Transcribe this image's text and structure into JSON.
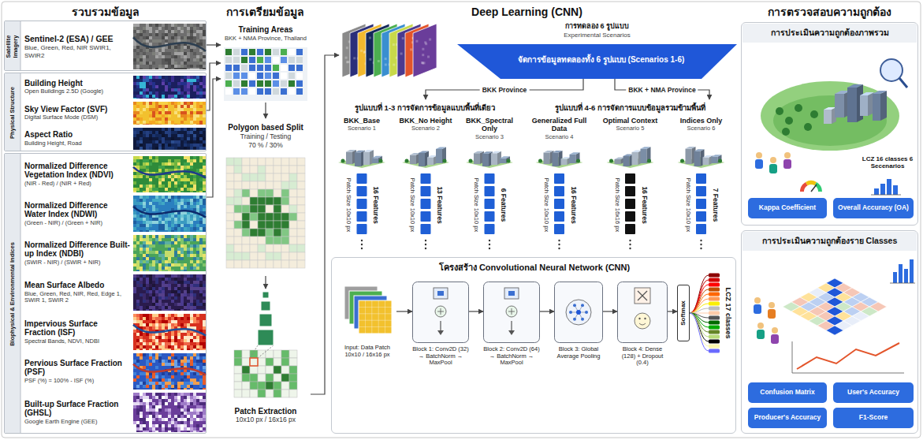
{
  "diagram": {
    "nodes": [
      {
        "text": [
          "รวบรวมข้อมูล"
        ]
      },
      {
        "text": [
          "Satellite Imagery"
        ],
        "in": 0
      },
      {
        "text": [
          "Sentinel-2 (ESA) / GEE",
          "Blue, Green, Red, NIR SWIR1, SWIR2"
        ],
        "in": 1
      },
      {
        "text": [
          "Physical Structure"
        ],
        "in": 0
      },
      {
        "text": [
          "Building Height",
          "Open Buildings 2.5D (Google)"
        ],
        "in": 3
      },
      {
        "text": [
          "Sky View Factor (SVF)",
          "Digital Surface Mode (DSM)"
        ],
        "in": 3
      },
      {
        "text": [
          "Aspect Ratio",
          "Building Height, Road"
        ],
        "in": 3
      },
      {
        "text": [
          "Biophysical & Environmental Indices"
        ],
        "in": 0
      },
      {
        "text": [
          "Normalized Difference Vegetation Index (NDVI)",
          "(NIR - Red) / (NIR + Red)"
        ],
        "in": 7
      },
      {
        "text": [
          "Normalized Difference Water Index (NDWI)",
          "(Green - NIR) / (Green + NIR)"
        ],
        "in": 7
      },
      {
        "text": [
          "Normalized Difference Built-up Index (NDBI)",
          "(SWIR - NIR) / (SWIR + NIR)"
        ],
        "in": 7
      },
      {
        "text": [
          "Mean Surface Albedo",
          "Blue, Green, Red, NIR, Red, Edge 1, SWIR 1, SWIR 2"
        ],
        "in": 7
      },
      {
        "text": [
          "Impervious Surface Fraction (ISF)",
          "Spectral Bands, NDVI, NDBI"
        ],
        "in": 7
      },
      {
        "text": [
          "Pervious Surface Fraction (PSF)",
          "PSF (%) = 100% - ISF (%)"
        ],
        "in": 7
      },
      {
        "text": [
          "Built-up Surface Fraction (GHSL)",
          "Google Earth Engine (GEE)"
        ],
        "in": 7
      },
      {
        "text": [
          "การเตรียมข้อมูล"
        ]
      },
      {
        "text": [
          "Training Areas",
          "BKK + NMA Province, Thailand"
        ],
        "in": 15
      },
      {
        "text": [
          "Polygon based Split",
          "Training / Testing",
          "70 % / 30%"
        ],
        "in": 15
      },
      {
        "text": [
          "Patch Extraction",
          "10x10 px / 16x16 px"
        ],
        "in": 15
      },
      {
        "text": [
          "Deep Learning (CNN)"
        ]
      },
      {
        "text": [
          "การทดลอง 6 รูปแบบ",
          "Experimental Scenarios",
          "จัดการข้อมูลทดลองทั้ง 6 รูปแบบ (Scenarios 1-6)"
        ],
        "in": 19
      },
      {
        "text": [
          "รูปแบบที่ 1-3 การจัดการข้อมูลแบบพื้นที่เดียว"
        ],
        "in": 19
      },
      {
        "text": [
          "BKK_Base",
          "Scenario 1",
          "Patch Size 10x10 px",
          "16 Features"
        ],
        "in": 21
      },
      {
        "text": [
          "BKK_No Height",
          "Scenario 2",
          "Patch Size 10x10 px",
          "13 Features"
        ],
        "in": 21
      },
      {
        "text": [
          "BKK_Spectral Only",
          "Scenario 3",
          "Patch Size 10x10 px",
          "6 Features"
        ],
        "in": 21
      },
      {
        "text": [
          "รูปแบบที่ 4-6 การจัดการแบบข้อมูลรวมข้ามพื้นที่"
        ],
        "in": 19
      },
      {
        "text": [
          "Generalized Full Data",
          "Scenario 4",
          "Patch Size 10x10 px",
          "16 Features"
        ],
        "in": 25
      },
      {
        "text": [
          "Optimal Context",
          "Scenario 5",
          "Patch Size 16x16 px",
          "16 Features"
        ],
        "in": 25
      },
      {
        "text": [
          "Indices Only",
          "Scenario 6",
          "Patch Size 10x10 px",
          "7 Features"
        ],
        "in": 25
      },
      {
        "text": [
          "โครงสร้าง Convolutional Neural Network (CNN)",
          "LCZ 17 classes"
        ],
        "in": 19
      },
      {
        "text": [
          "Input: Data Patch 10x10 / 16x16 px"
        ],
        "in": 29
      },
      {
        "text": [
          "Block 1: Conv2D (32) → BatchNorm → MaxPool"
        ],
        "in": 29
      },
      {
        "text": [
          "Block 2: Conv2D (64) → BatchNorm → MaxPool"
        ],
        "in": 29
      },
      {
        "text": [
          "Block 3: Global Average Pooling"
        ],
        "in": 29
      },
      {
        "text": [
          "Block 4: Dense (128) + Dropout (0.4)"
        ],
        "in": 29
      },
      {
        "text": [
          "Softmax"
        ],
        "in": 29
      },
      {
        "text": [
          "การตรวจสอบความถูกต้อง"
        ]
      },
      {
        "text": [
          "การประเมินความถูกต้องภาพรวม",
          "LCZ 16 classes 6 Secenarios"
        ],
        "in": 36
      },
      {
        "text": [
          "Kappa Coefficient"
        ],
        "in": 37
      },
      {
        "text": [
          "Overall Accuracy (OA)"
        ],
        "in": 37
      },
      {
        "text": [
          "การประเมินความถูกต้องราย Classes"
        ],
        "in": 36
      },
      {
        "text": [
          "Confusion Matrix"
        ],
        "in": 40
      },
      {
        "text": [
          "User's Accuracy"
        ],
        "in": 40
      },
      {
        "text": [
          "Producer's Accuracy"
        ],
        "in": 40
      },
      {
        "text": [
          "F1-Score"
        ],
        "in": 40
      }
    ],
    "edges": [
      {
        "from": 1,
        "to": 16,
        "arrow": "to"
      },
      {
        "from": 3,
        "to": 16,
        "arrow": "to"
      },
      {
        "from": 7,
        "to": 16,
        "arrow": "to"
      },
      {
        "from": 16,
        "to": 17,
        "arrow": "to"
      },
      {
        "from": 17,
        "to": 18,
        "arrow": "to"
      },
      {
        "from": 18,
        "to": 20,
        "arrow": "to"
      },
      {
        "from": 20,
        "to": 21,
        "label": "BKK Province",
        "arrow": "to"
      },
      {
        "from": 20,
        "to": 25,
        "label": "BKK + NMA Province",
        "arrow": "to"
      },
      {
        "from": 30,
        "to": 31,
        "arrow": "to"
      },
      {
        "from": 31,
        "to": 32,
        "arrow": "to"
      },
      {
        "from": 32,
        "to": 33,
        "arrow": "to"
      },
      {
        "from": 33,
        "to": 34,
        "arrow": "to"
      },
      {
        "from": 34,
        "to": 35,
        "arrow": "to"
      }
    ]
  }
}
